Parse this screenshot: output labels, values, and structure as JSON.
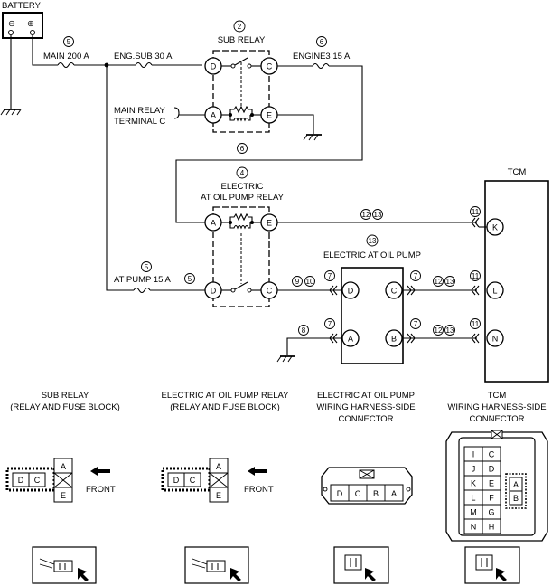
{
  "battery": {
    "label": "BATTERY",
    "neg": "⊖",
    "pos": "⊕"
  },
  "circle_nums": {
    "n5": "5",
    "n6": "6",
    "n2": "2",
    "n4": "4",
    "n7": "7",
    "n8": "8",
    "n9": "9",
    "n10": "10",
    "n11": "11",
    "n12": "12",
    "n13": "13"
  },
  "fuses": {
    "main": "MAIN 200 A",
    "eng_sub": "ENG.SUB 30 A",
    "engine3": "ENGINE3 15 A",
    "at_pump": "AT PUMP 15 A"
  },
  "sub_relay": {
    "title": "SUB RELAY",
    "pins": {
      "d": "D",
      "c": "C",
      "a": "A",
      "e": "E"
    }
  },
  "main_relay_terminal": {
    "line1": "MAIN RELAY",
    "line2": "TERMINAL C"
  },
  "at_relay": {
    "title1": "ELECTRIC",
    "title2": "AT OIL PUMP RELAY",
    "pins": {
      "a": "A",
      "e": "E",
      "d": "D",
      "c": "C"
    }
  },
  "pump": {
    "title": "ELECTRIC AT OIL PUMP",
    "pins": {
      "d": "D",
      "c": "C",
      "a": "A",
      "b": "B"
    }
  },
  "tcm": {
    "title": "TCM",
    "pins": {
      "k": "K",
      "l": "L",
      "n": "N"
    }
  },
  "connector_views": {
    "sub_relay": {
      "line1": "SUB RELAY",
      "line2": "(RELAY AND FUSE BLOCK)",
      "front": "FRONT",
      "cells": [
        "D",
        "C",
        "A",
        "E"
      ]
    },
    "at_relay": {
      "line1": "ELECTRIC AT OIL PUMP RELAY",
      "line2": "(RELAY AND FUSE BLOCK)",
      "front": "FRONT",
      "cells": [
        "D",
        "C",
        "A",
        "E"
      ]
    },
    "pump": {
      "line1": "ELECTRIC AT OIL PUMP",
      "line2": "WIRING HARNESS-SIDE",
      "line3": "CONNECTOR",
      "cells": [
        "D",
        "C",
        "B",
        "A"
      ]
    },
    "tcm": {
      "line1": "TCM",
      "line2": "WIRING HARNESS-SIDE",
      "line3": "CONNECTOR",
      "col1": [
        "I",
        "J",
        "K",
        "L",
        "M",
        "N"
      ],
      "col2": [
        "C",
        "D",
        "E",
        "F",
        "G",
        "H"
      ],
      "side": [
        "A",
        "B"
      ]
    }
  }
}
